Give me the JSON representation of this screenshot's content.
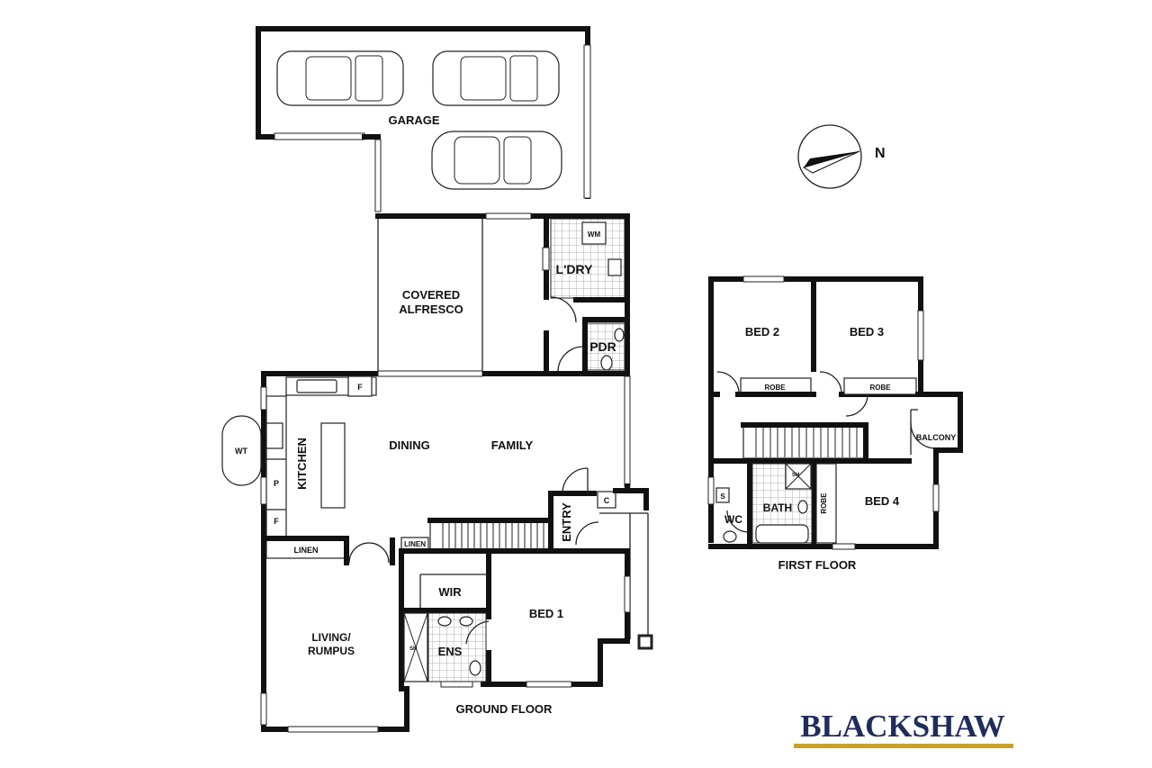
{
  "rooms": {
    "garage": "GARAGE",
    "covered_alfresco_line1": "COVERED",
    "covered_alfresco_line2": "ALFRESCO",
    "laundry": "L'DRY",
    "washing_machine": "WM",
    "powder": "PDR",
    "kitchen": "KITCHEN",
    "fridge": "F",
    "pantry": "P",
    "fridge2": "F",
    "water_tank": "WT",
    "dining": "DINING",
    "family": "FAMILY",
    "entry": "ENTRY",
    "cupboard": "C",
    "linen_living": "LINEN",
    "linen_hall": "LINEN",
    "living_line1": "LIVING/",
    "living_line2": "RUMPUS",
    "wir": "WIR",
    "bed1": "BED 1",
    "ensuite": "ENS",
    "shower_ens": "SH",
    "bed2": "BED 2",
    "bed3": "BED 3",
    "robe_bed2": "ROBE",
    "robe_bed3": "ROBE",
    "balcony": "BALCONY",
    "bath": "BATH",
    "shower_bath": "SH",
    "wc": "WC",
    "storage": "S",
    "robe_bed4": "ROBE",
    "bed4": "BED 4"
  },
  "floors": {
    "ground": "GROUND FLOOR",
    "first": "FIRST FLOOR"
  },
  "compass": {
    "label": "N"
  },
  "brand": {
    "name": "BLACKSHAW",
    "color": "#1f2d5c",
    "accent": "#c9a227"
  }
}
